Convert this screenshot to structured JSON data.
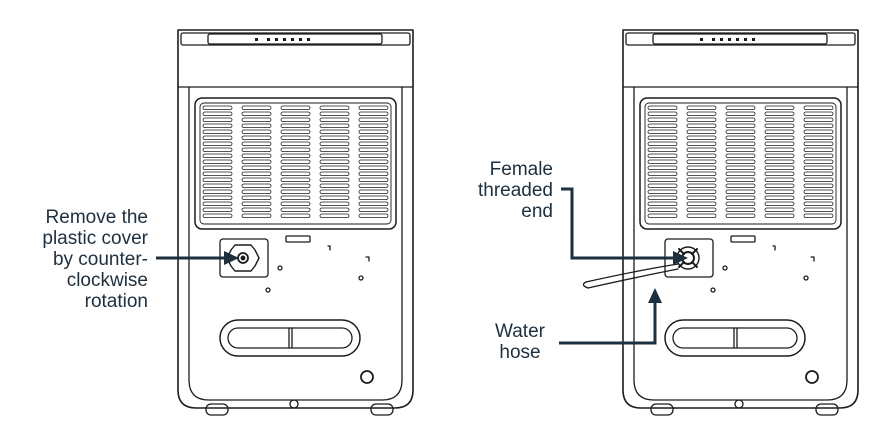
{
  "left_panel": {
    "callout": "Remove the\nplastic cover\nby counter-\nclockwise\nrotation"
  },
  "right_panel": {
    "callout_female": "Female\nthreaded\nend",
    "callout_hose": "Water\nhose"
  },
  "colors": {
    "unit_line": "#1c1c1c",
    "callout_text": "#1e2f3e",
    "leader_line": "#1e2f3e",
    "background": "#ffffff"
  }
}
